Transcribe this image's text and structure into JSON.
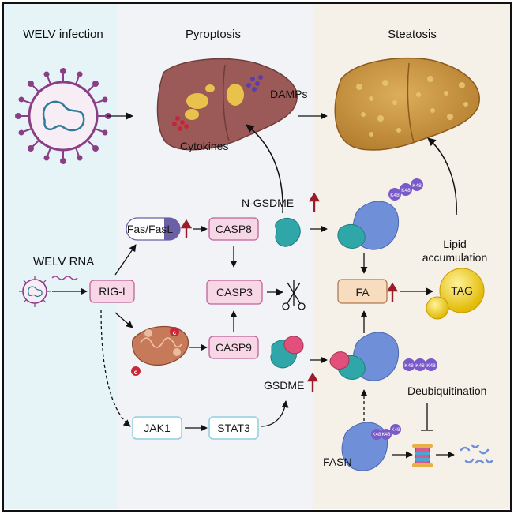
{
  "panels": {
    "infection": "WELV infection",
    "pyroptosis": "Pyroptosis",
    "steatosis": "Steatosis"
  },
  "liver_labels": {
    "damps": "DAMPs",
    "cytokines": "Cytokines"
  },
  "nodes": {
    "welv_rna": "WELV RNA",
    "rig_i": "RIG-I",
    "fas_fasl": "Fas/FasL",
    "casp8": "CASP8",
    "casp3": "CASP3",
    "casp9": "CASP9",
    "jak1": "JAK1",
    "stat3": "STAT3",
    "n_gsdme": "N-GSDME",
    "gsdme": "GSDME",
    "fa": "FA",
    "tag": "TAG",
    "fasn": "FASN",
    "lipid_accumulation": "Lipid\naccumulation",
    "deubiquitination": "Deubiquitination"
  },
  "ubiquitin": {
    "k48": "K48"
  },
  "markers": {
    "cytochrome_c": "c"
  },
  "colors": {
    "infection_bg": "#e6f3f7",
    "pyroptosis_bg": "#f2f3f7",
    "steatosis_bg": "#f6f1e8",
    "pink_box": "#f7d6e6",
    "pink_border": "#c0629a",
    "blue_box": "#ffffff",
    "blue_border": "#8fcfe0",
    "fa_box": "#f7dcc0",
    "fa_border": "#b07a4a",
    "up_arrow": "#9a1c2a",
    "liver_red": "#9b5a58",
    "liver_fat": "#c8963c",
    "teal": "#2fa7a8",
    "purple": "#6a4fb0",
    "ribbon_blue": "#6f8fd8"
  }
}
